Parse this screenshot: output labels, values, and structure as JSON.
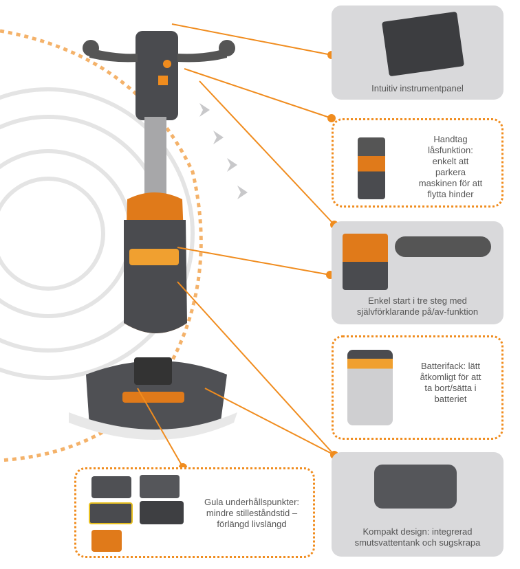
{
  "callouts": [
    {
      "id": "dashboard",
      "text": "Intuitiv instrumentpanel"
    },
    {
      "id": "handle-lock",
      "lines": [
        "Handtag",
        "låsfunktion:",
        "enkelt att",
        "parkera",
        "maskinen för att",
        "flytta hinder"
      ]
    },
    {
      "id": "start",
      "lines": [
        "Enkel start i tre steg med",
        "självförklarande på/av-funktion"
      ]
    },
    {
      "id": "battery",
      "lines": [
        "Batterifack: lätt",
        "åtkomligt för att",
        "ta bort/sätta i",
        "batteriet"
      ]
    },
    {
      "id": "compact",
      "lines": [
        "Kompakt design: integrerad",
        "smutsvattentank och sugskrapa"
      ]
    },
    {
      "id": "maintenance",
      "lines": [
        "Gula underhållspunkter:",
        "mindre stilleståndstid –",
        "förlängd livslängd"
      ]
    }
  ],
  "colors": {
    "accent": "#f08c1e",
    "panel": "#d9d9db",
    "machine": "#4a4b4f"
  }
}
